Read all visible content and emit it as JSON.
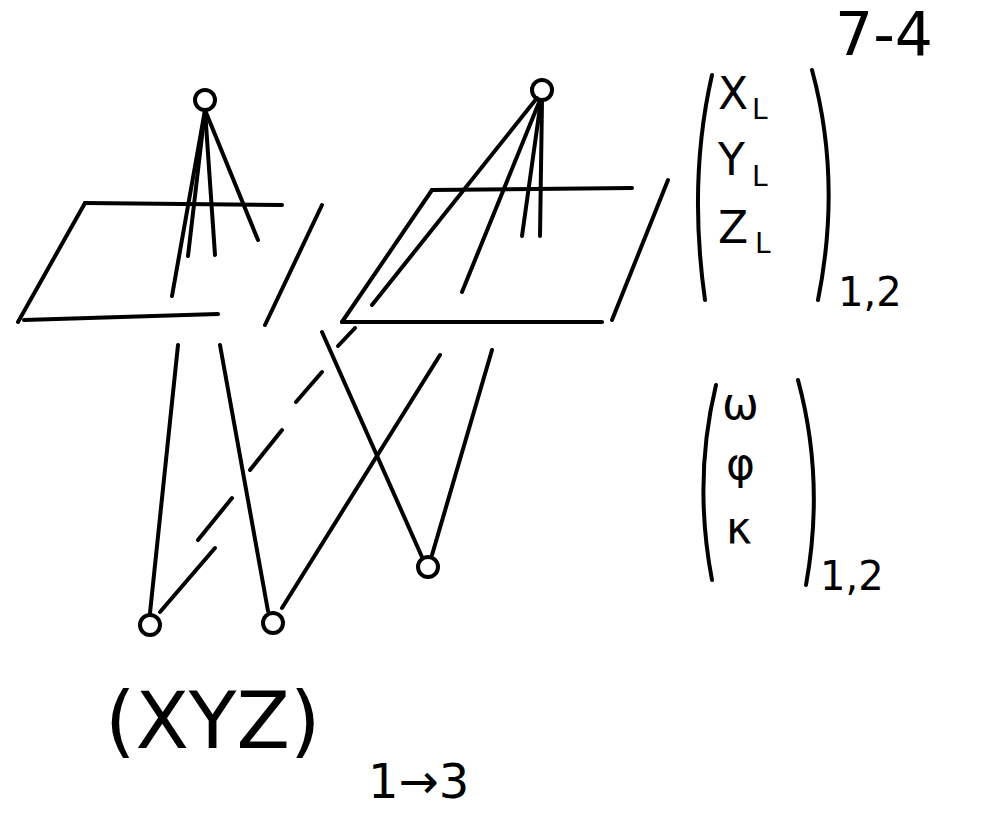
{
  "diagram": {
    "labels": [
      "7-4",
      "X",
      "L",
      "Y",
      "L",
      "Z",
      "L",
      "1,2",
      "ω",
      "φ",
      "κ",
      "1,2",
      "(XYZ)",
      "1→3"
    ]
  }
}
